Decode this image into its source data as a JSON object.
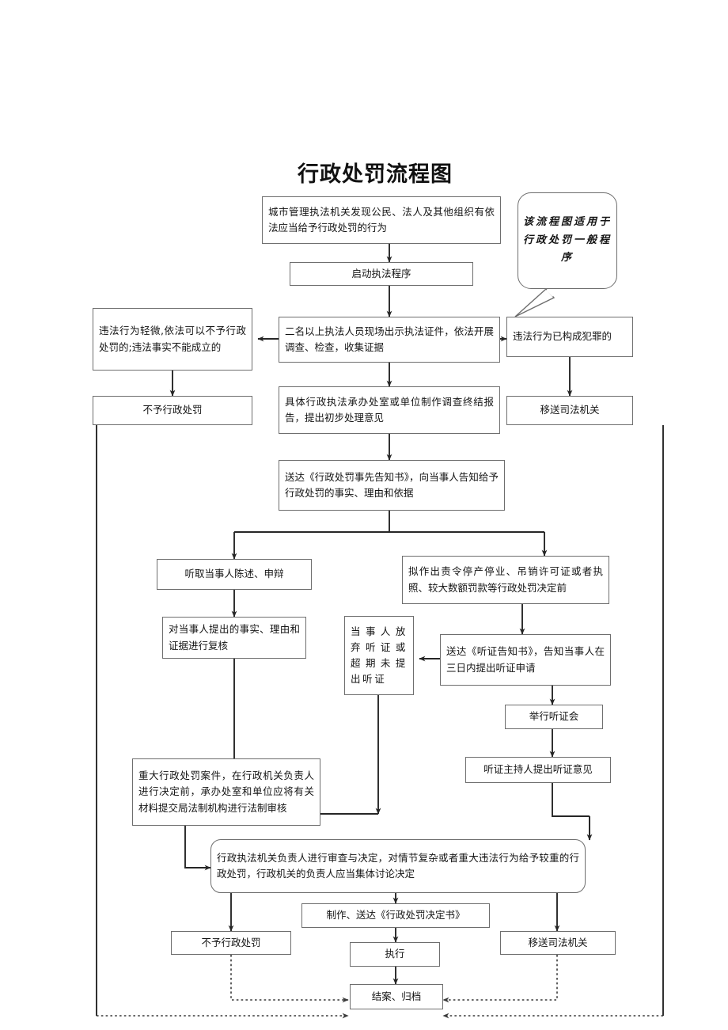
{
  "title": "行政处罚流程图",
  "callout": {
    "name": "scope-note-bubble",
    "text": "该流程图适用于行政处罚一般程序"
  },
  "nodes": {
    "discover": "城市管理执法机关发现公民、法人及其他组织有依法应当给予行政处罚的行为",
    "start_procedure": "启动执法程序",
    "minor_violation": "违法行为轻微,依法可以不予行政处罚的;违法事实不能成立的",
    "investigate": "二名以上执法人员现场出示执法证件，依法开展调查、检查，收集证据",
    "constitutes_crime": "违法行为已构成犯罪的",
    "no_penalty_top": "不予行政处罚",
    "final_report": "具体行政执法承办处室或单位制作调查终结报告，提出初步处理意见",
    "transfer_judicial_top": "移送司法机关",
    "advance_notice": "送达《行政处罚事先告知书》，向当事人告知给予行政处罚的事实、理由和依据",
    "hear_statement": "听取当事人陈述、申辩",
    "before_decision": "拟作出责令停产停业、吊销许可证或者执照、较大数额罚款等行政处罚决定前",
    "review_evidence": "对当事人提出的事实、理由和证据进行复核",
    "waive_hearing": "当事人放弃听证或超期未提出听证",
    "hearing_notice": "送达《听证告知书》，告知当事人在三日内提出听证申请",
    "hold_hearing": "举行听证会",
    "hearing_opinion": "听证主持人提出听证意见",
    "major_case_review": "重大行政处罚案件，在行政机关负责人进行决定前，承办处室和单位应将有关材料提交局法制机构进行法制审核",
    "leader_decision": "行政执法机关负责人进行审查与决定，对情节复杂或者重大违法行为给予较重的行政处罚，行政机关的负责人应当集体讨论决定",
    "make_decision_doc": "制作、送达《行政处罚决定书》",
    "no_penalty_bottom": "不予行政处罚",
    "execute": "执行",
    "transfer_judicial_bottom": "移送司法机关",
    "close_archive": "结案、归档"
  },
  "colors": {
    "stroke": "#6e6e6e",
    "wire": "#262626",
    "text": "#141414",
    "background": "#ffffff"
  }
}
